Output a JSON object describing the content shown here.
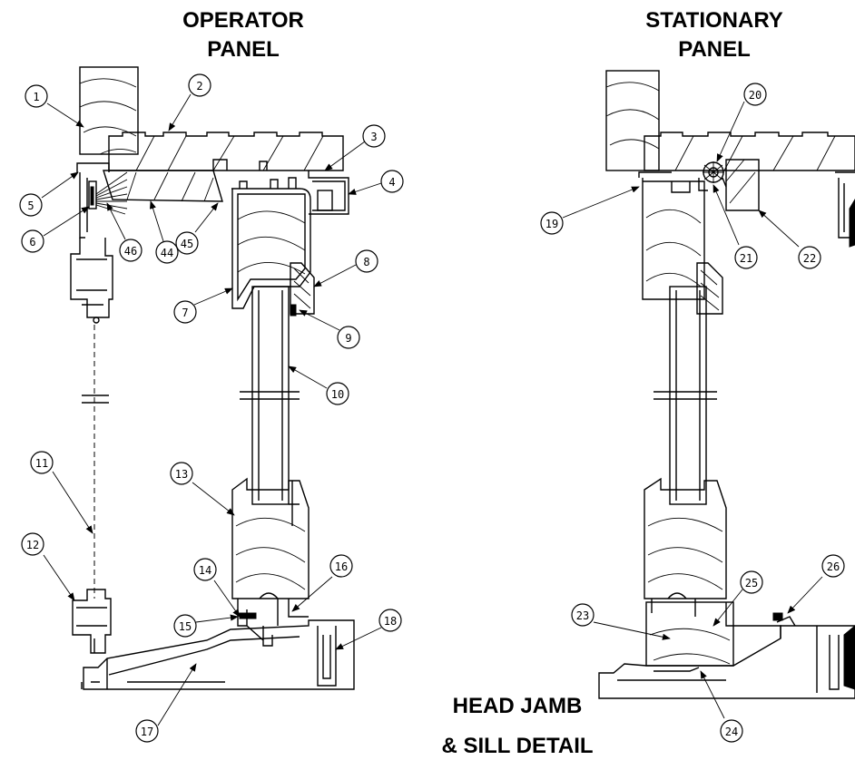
{
  "titles": {
    "operator_line1": "OPERATOR",
    "operator_line2": "PANEL",
    "stationary_line1": "STATIONARY",
    "stationary_line2": "PANEL",
    "detail_line1": "HEAD JAMB",
    "detail_line2": "& SILL DETAIL"
  },
  "callouts": [
    "1",
    "2",
    "3",
    "4",
    "5",
    "6",
    "7",
    "8",
    "9",
    "10",
    "11",
    "12",
    "13",
    "14",
    "15",
    "16",
    "17",
    "18",
    "19",
    "20",
    "21",
    "22",
    "23",
    "24",
    "25",
    "26",
    "44",
    "45",
    "46"
  ]
}
